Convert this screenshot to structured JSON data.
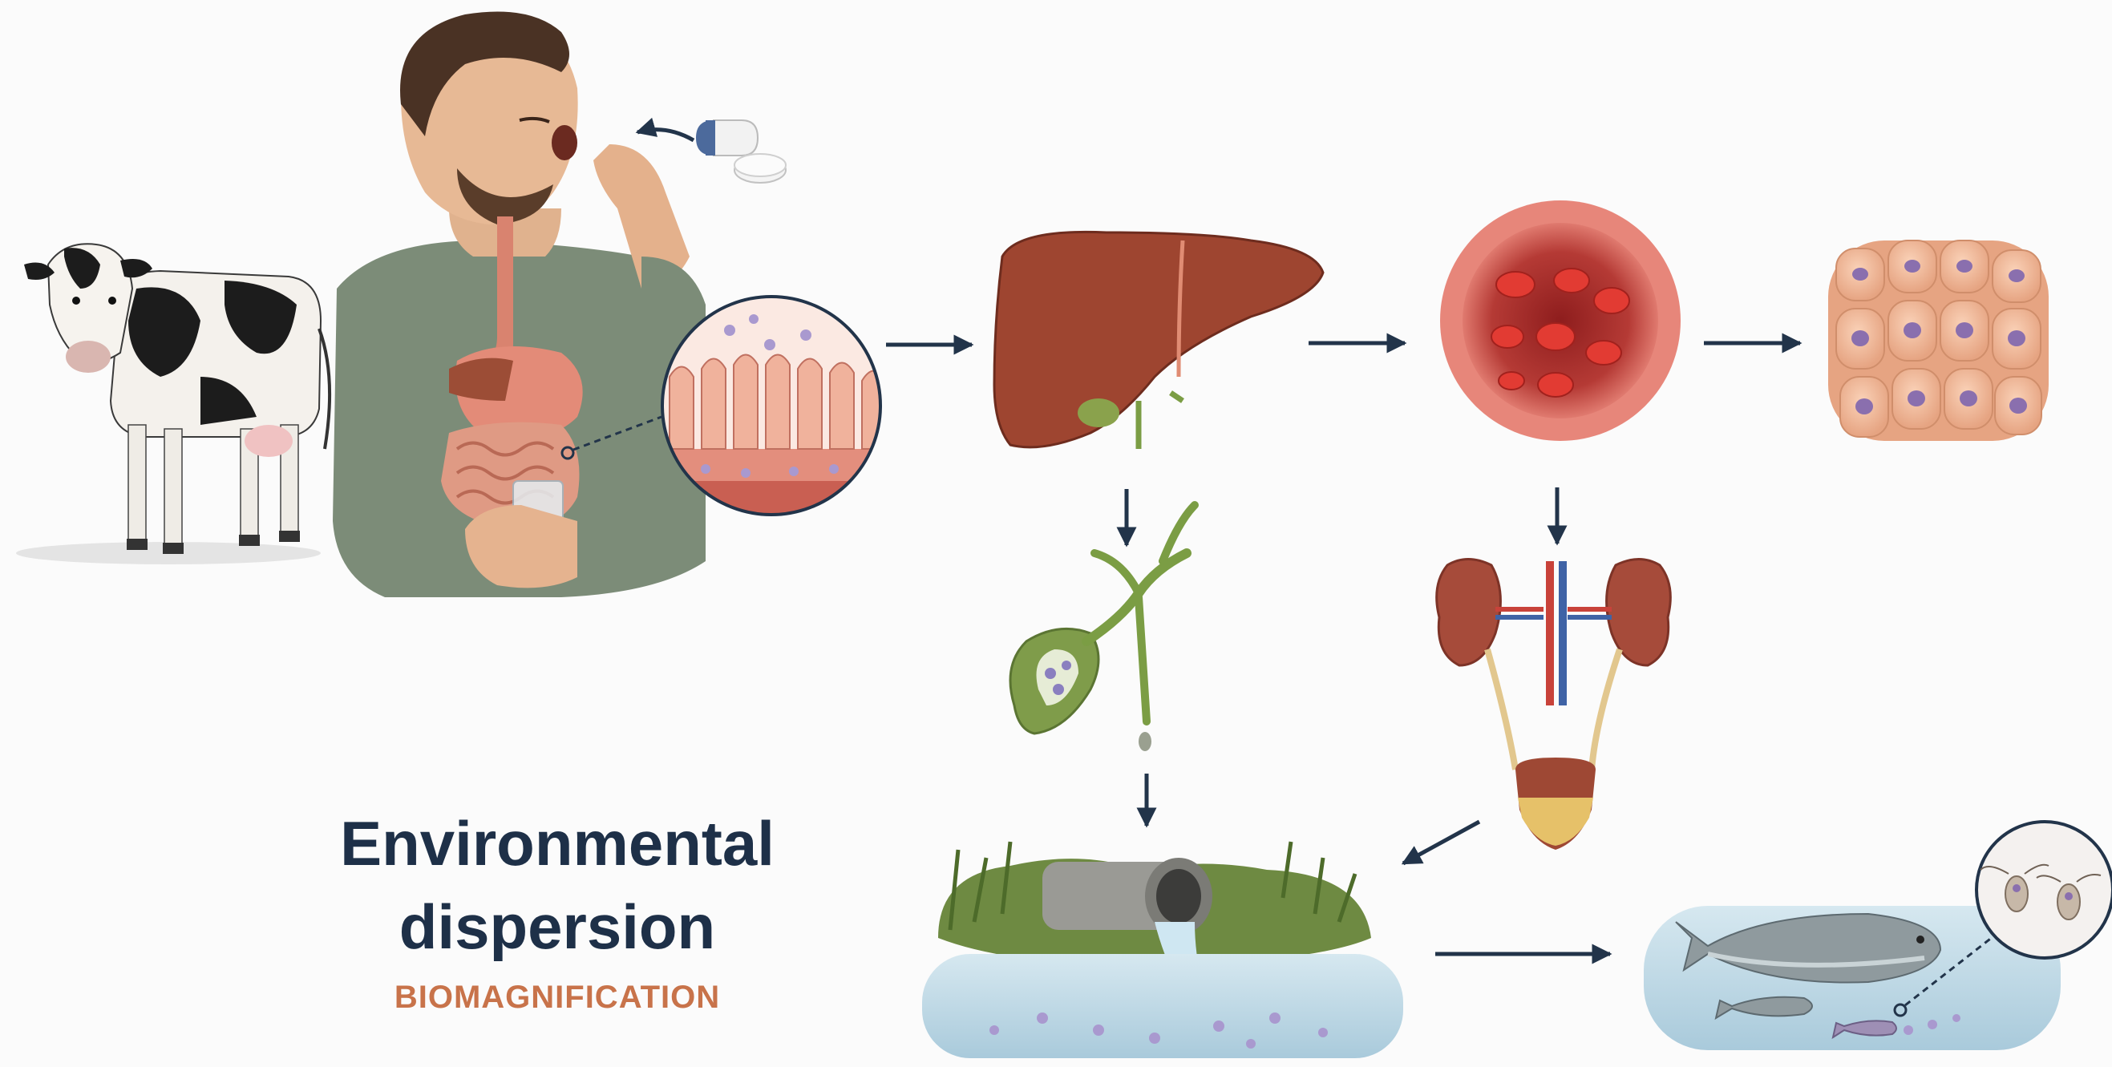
{
  "title_lines": [
    "Environmental",
    "dispersion"
  ],
  "subtitle": "BIOMAGNIFICATION",
  "colors": {
    "title": "#1e3048",
    "subtitle": "#c8734a",
    "arrow": "#22344a",
    "liver": "#9e4530",
    "blood": "#d9534f",
    "cell": "#f0b596",
    "nucleus": "#8a6fae",
    "water": "#bcd8e6"
  },
  "icons": [
    "cow-icon",
    "man-taking-pill-icon",
    "pill-capsule-icon",
    "intestinal-villi-magnifier-icon",
    "liver-icon",
    "blood-vessel-icon",
    "tissue-cells-icon",
    "gallbladder-icon",
    "kidneys-bladder-icon",
    "sewage-pipe-icon",
    "fish-water-icon",
    "plankton-magnifier-icon"
  ]
}
